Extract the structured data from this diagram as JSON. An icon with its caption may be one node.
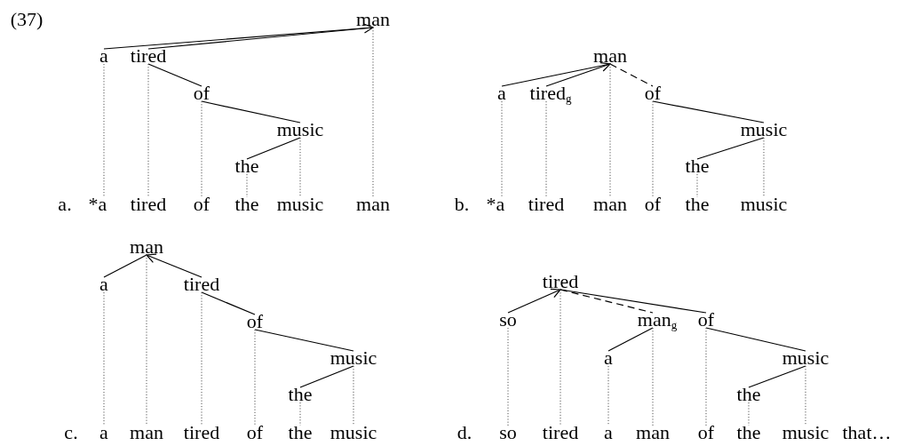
{
  "diagram": {
    "nodes": [
      {
        "text": [
          "man"
        ]
      },
      {
        "text": [
          "a"
        ]
      },
      {
        "text": [
          "tired"
        ]
      },
      {
        "text": [
          "of"
        ]
      },
      {
        "text": [
          "music"
        ]
      },
      {
        "text": [
          "the"
        ]
      },
      {
        "text": [
          "*a"
        ]
      },
      {
        "text": [
          "tired"
        ]
      },
      {
        "text": [
          "of"
        ]
      },
      {
        "text": [
          "the"
        ]
      },
      {
        "text": [
          "music"
        ]
      },
      {
        "text": [
          "man"
        ]
      },
      {
        "text": [
          "man"
        ]
      },
      {
        "text": [
          "a"
        ]
      },
      {
        "text": [
          "tired$_{g}$"
        ]
      },
      {
        "text": [
          "of"
        ]
      },
      {
        "text": [
          "music"
        ]
      },
      {
        "text": [
          "the"
        ]
      },
      {
        "text": [
          "*a"
        ]
      },
      {
        "text": [
          "tired"
        ]
      },
      {
        "text": [
          "man"
        ]
      },
      {
        "text": [
          "of"
        ]
      },
      {
        "text": [
          "the"
        ]
      },
      {
        "text": [
          "music"
        ]
      },
      {
        "text": [
          "man"
        ]
      },
      {
        "text": [
          "a"
        ]
      },
      {
        "text": [
          "tired"
        ]
      },
      {
        "text": [
          "of"
        ]
      },
      {
        "text": [
          "music"
        ]
      },
      {
        "text": [
          "the"
        ]
      },
      {
        "text": [
          "a"
        ]
      },
      {
        "text": [
          "man"
        ]
      },
      {
        "text": [
          "tired"
        ]
      },
      {
        "text": [
          "of"
        ]
      },
      {
        "text": [
          "the"
        ]
      },
      {
        "text": [
          "music"
        ]
      },
      {
        "text": [
          "tired"
        ]
      },
      {
        "text": [
          "so"
        ]
      },
      {
        "text": [
          "man$_{g}$"
        ]
      },
      {
        "text": [
          "of"
        ]
      },
      {
        "text": [
          "a"
        ]
      },
      {
        "text": [
          "music"
        ]
      },
      {
        "text": [
          "the"
        ]
      },
      {
        "text": [
          "so"
        ]
      },
      {
        "text": [
          "tired"
        ]
      },
      {
        "text": [
          "a"
        ]
      },
      {
        "text": [
          "man"
        ]
      },
      {
        "text": [
          "of"
        ]
      },
      {
        "text": [
          "the"
        ]
      },
      {
        "text": [
          "music"
        ]
      }
    ],
    "edges": [
      {
        "from": 1,
        "to": 0,
        "arrow": "none"
      },
      {
        "from": 2,
        "to": 0,
        "arrow": "to"
      },
      {
        "from": 2,
        "to": 3,
        "arrow": "none"
      },
      {
        "from": 3,
        "to": 4,
        "arrow": "none"
      },
      {
        "from": 4,
        "to": 5,
        "arrow": "none"
      },
      {
        "from": 1,
        "to": 6,
        "arrow": "none",
        "style": "dashed",
        "color": "#555555"
      },
      {
        "from": 2,
        "to": 7,
        "arrow": "none",
        "style": "dashed",
        "color": "#555555"
      },
      {
        "from": 3,
        "to": 8,
        "arrow": "none",
        "style": "dashed",
        "color": "#555555"
      },
      {
        "from": 5,
        "to": 9,
        "arrow": "none",
        "style": "dashed",
        "color": "#555555"
      },
      {
        "from": 4,
        "to": 10,
        "arrow": "none",
        "style": "dashed",
        "color": "#555555"
      },
      {
        "from": 0,
        "to": 11,
        "arrow": "none",
        "style": "dashed",
        "color": "#555555"
      },
      {
        "from": 13,
        "to": 12,
        "arrow": "none"
      },
      {
        "from": 14,
        "to": 12,
        "arrow": "to"
      },
      {
        "from": 12,
        "to": 15,
        "arrow": "none",
        "style": "dashed"
      },
      {
        "from": 15,
        "to": 16,
        "arrow": "none"
      },
      {
        "from": 16,
        "to": 17,
        "arrow": "none"
      },
      {
        "from": 13,
        "to": 18,
        "arrow": "none",
        "style": "dashed",
        "color": "#555555"
      },
      {
        "from": 14,
        "to": 19,
        "arrow": "none",
        "style": "dashed",
        "color": "#555555"
      },
      {
        "from": 12,
        "to": 20,
        "arrow": "none",
        "style": "dashed",
        "color": "#555555"
      },
      {
        "from": 15,
        "to": 21,
        "arrow": "none",
        "style": "dashed",
        "color": "#555555"
      },
      {
        "from": 17,
        "to": 22,
        "arrow": "none",
        "style": "dashed",
        "color": "#555555"
      },
      {
        "from": 16,
        "to": 23,
        "arrow": "none",
        "style": "dashed",
        "color": "#555555"
      },
      {
        "from": 24,
        "to": 25,
        "arrow": "none"
      },
      {
        "from": 26,
        "to": 24,
        "arrow": "to"
      },
      {
        "from": 26,
        "to": 27,
        "arrow": "none"
      },
      {
        "from": 27,
        "to": 28,
        "arrow": "none"
      },
      {
        "from": 28,
        "to": 29,
        "arrow": "none"
      },
      {
        "from": 25,
        "to": 30,
        "arrow": "none",
        "style": "dashed",
        "color": "#555555"
      },
      {
        "from": 24,
        "to": 31,
        "arrow": "none",
        "style": "dashed",
        "color": "#555555"
      },
      {
        "from": 26,
        "to": 32,
        "arrow": "none",
        "style": "dashed",
        "color": "#555555"
      },
      {
        "from": 27,
        "to": 33,
        "arrow": "none",
        "style": "dashed",
        "color": "#555555"
      },
      {
        "from": 29,
        "to": 34,
        "arrow": "none",
        "style": "dashed",
        "color": "#555555"
      },
      {
        "from": 28,
        "to": 35,
        "arrow": "none",
        "style": "dashed",
        "color": "#555555"
      },
      {
        "from": 37,
        "to": 36,
        "arrow": "to"
      },
      {
        "from": 36,
        "to": 38,
        "arrow": "none",
        "style": "dashed"
      },
      {
        "from": 36,
        "to": 39,
        "arrow": "none"
      },
      {
        "from": 38,
        "to": 40,
        "arrow": "none"
      },
      {
        "from": 39,
        "to": 41,
        "arrow": "none"
      },
      {
        "from": 41,
        "to": 42,
        "arrow": "none"
      },
      {
        "from": 37,
        "to": 43,
        "arrow": "none",
        "style": "dashed",
        "color": "#555555"
      },
      {
        "from": 36,
        "to": 44,
        "arrow": "none",
        "style": "dashed",
        "color": "#555555"
      },
      {
        "from": 40,
        "to": 45,
        "arrow": "none",
        "style": "dashed",
        "color": "#555555"
      },
      {
        "from": 38,
        "to": 46,
        "arrow": "none",
        "style": "dashed",
        "color": "#555555"
      },
      {
        "from": 39,
        "to": 47,
        "arrow": "none",
        "style": "dashed",
        "color": "#555555"
      },
      {
        "from": 42,
        "to": 48,
        "arrow": "none",
        "style": "dashed",
        "color": "#555555"
      },
      {
        "from": 41,
        "to": 49,
        "arrow": "none",
        "style": "dashed",
        "color": "#555555"
      }
    ],
    "labels": [
      "(37)",
      "a.",
      "b.",
      "c.",
      "d.",
      "that…"
    ]
  }
}
